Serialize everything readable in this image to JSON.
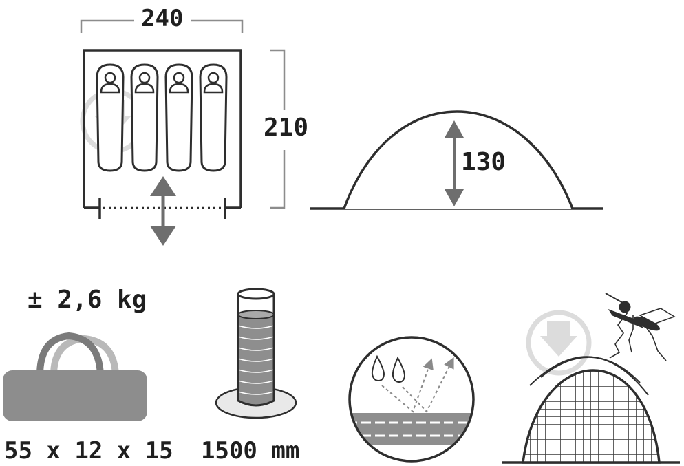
{
  "dimensions": {
    "width": "240",
    "depth": "210",
    "height": "130"
  },
  "specs": {
    "weight": "± 2,6 kg",
    "packed_size": "55 x 12 x 15",
    "water_column": "1500 mm"
  },
  "sleeping_places": 4,
  "colors": {
    "line": "#3a3a3a",
    "arrow": "#6e6e6e",
    "bag_fill": "#8a8a8a",
    "handle_dark": "#7c7c7c",
    "handle_light": "#b7b7b7",
    "watermark": "#d9d9d9"
  },
  "icons": [
    "person-icon",
    "double-arrow-icon",
    "raindrop-icon",
    "mosquito-icon",
    "watermark-icon"
  ]
}
